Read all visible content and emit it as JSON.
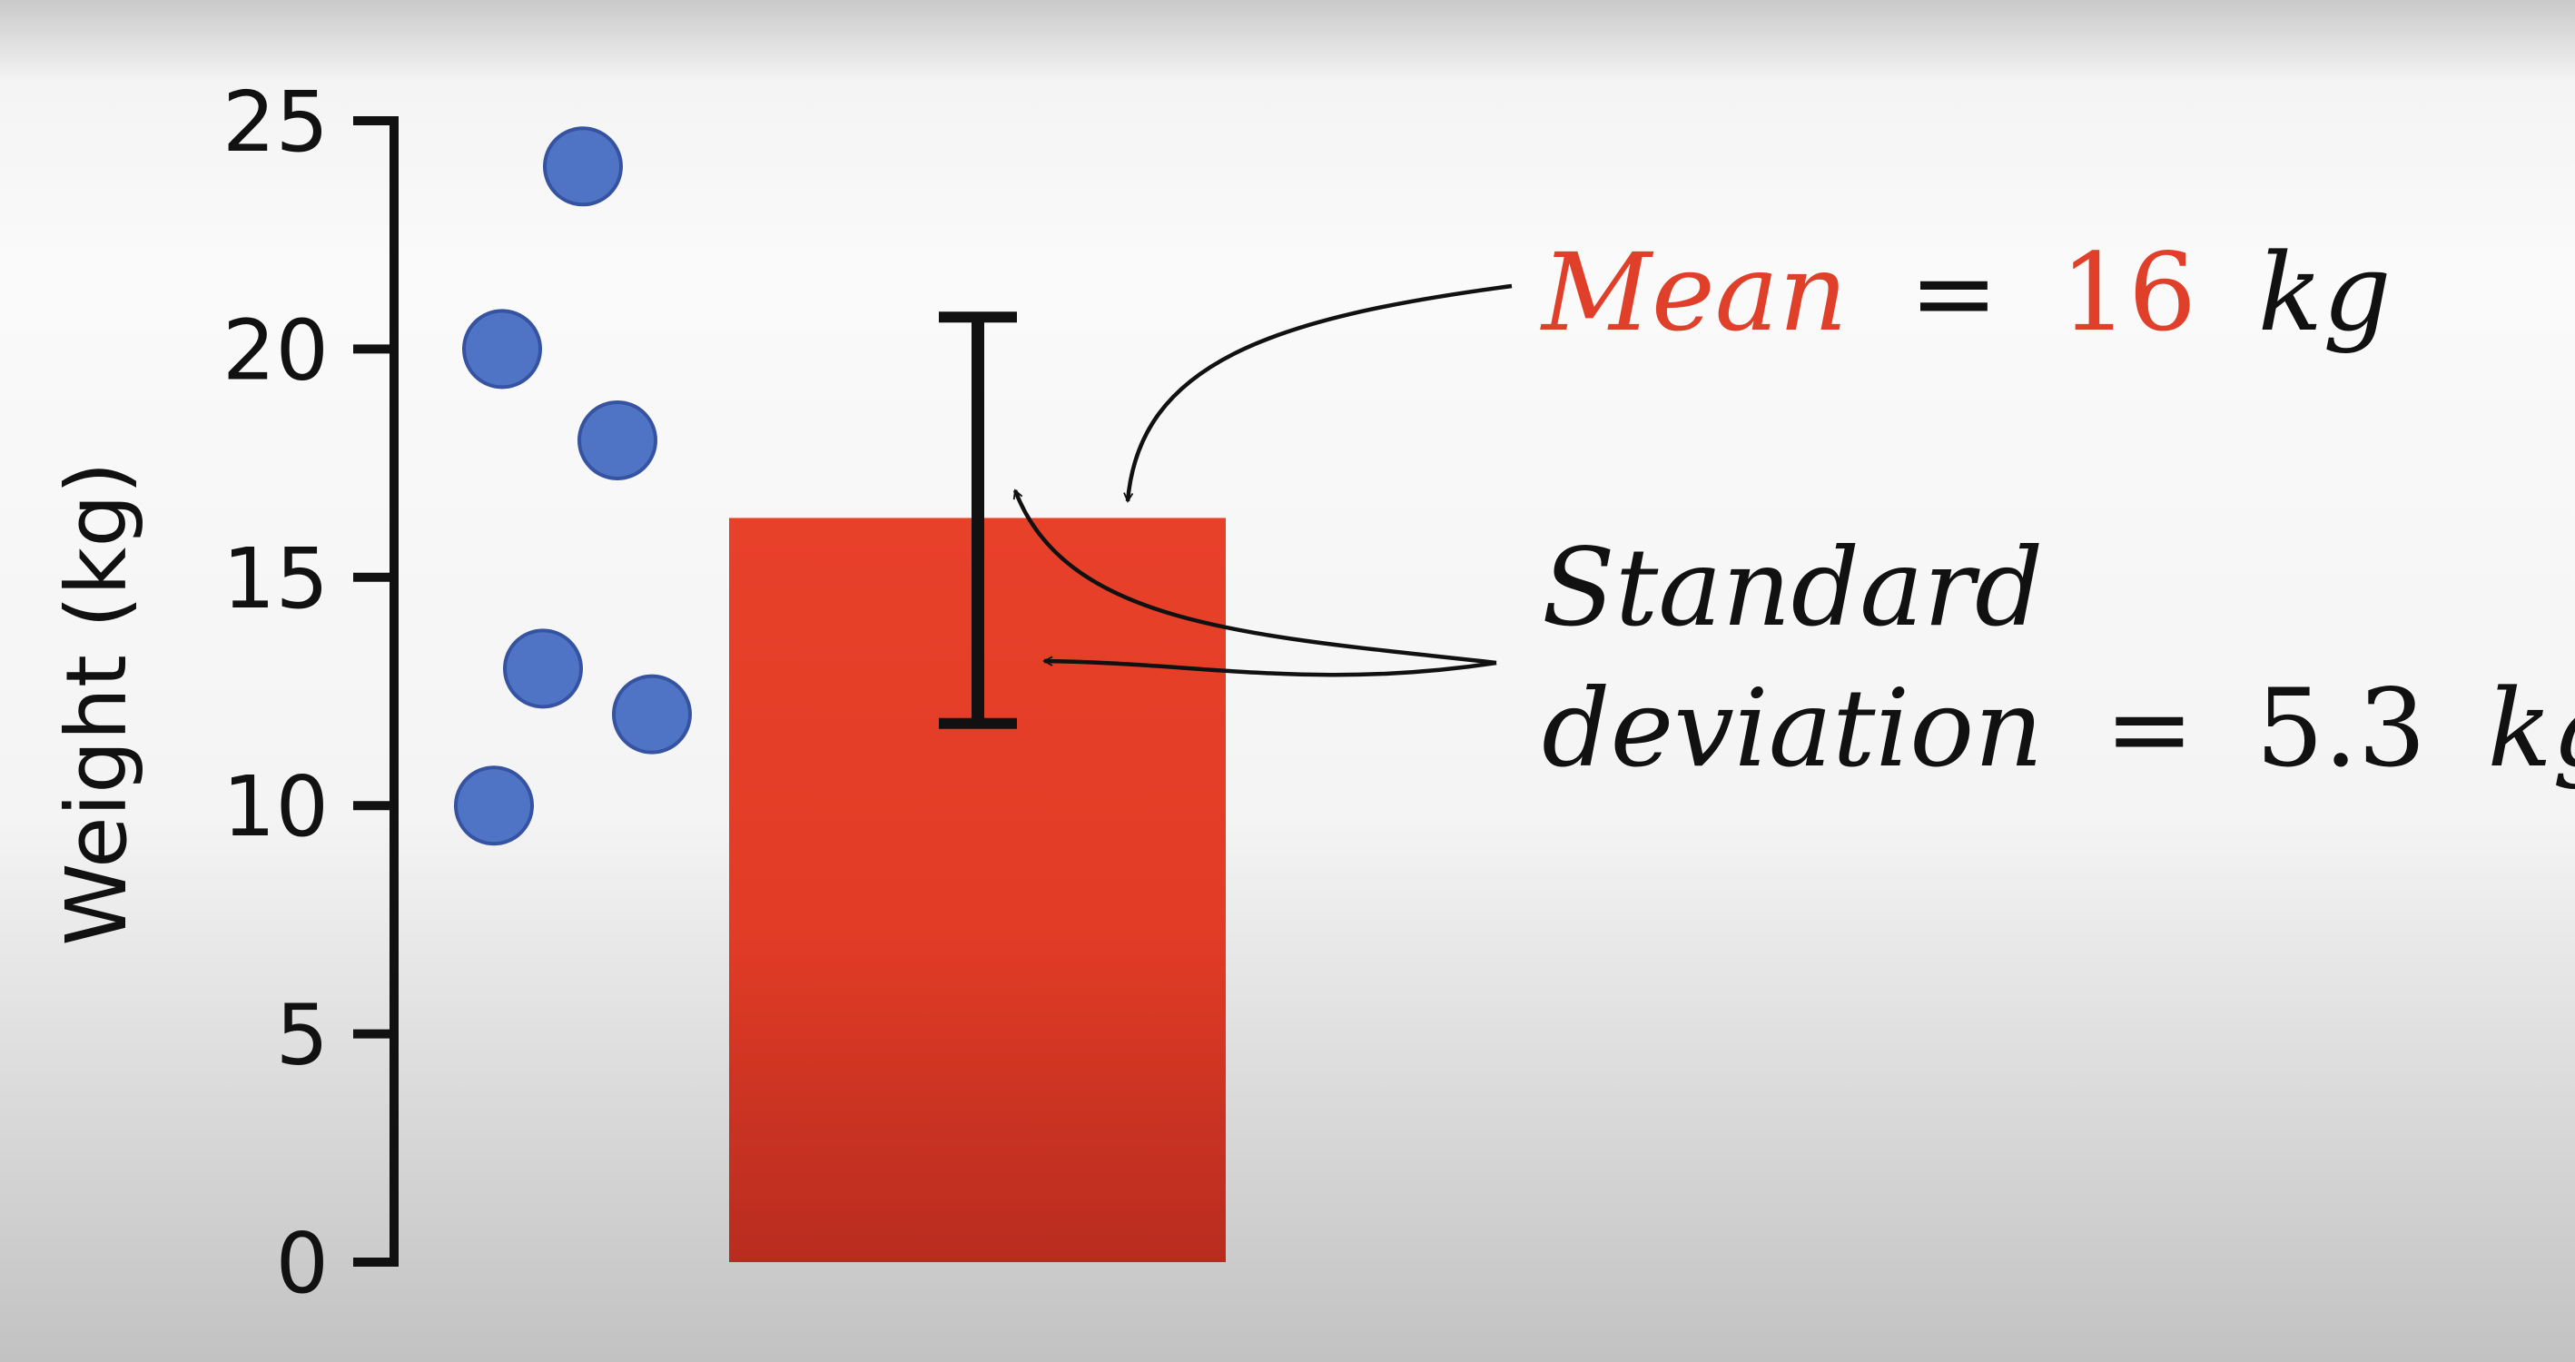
{
  "chart_data": {
    "type": "bar",
    "ylabel": "Weight (kg)",
    "ylim": [
      0,
      25
    ],
    "yticks": [
      0,
      5,
      10,
      15,
      20,
      25
    ],
    "grid": false,
    "bar": {
      "value": 16.3,
      "error_low": 11.8,
      "error_high": 20.7,
      "color": "#e0402a"
    },
    "points": {
      "color": "#4f74c6",
      "values": [
        24,
        20,
        18,
        13,
        12,
        10
      ]
    },
    "annotations": {
      "mean": {
        "word": "Mean",
        "equals": "=",
        "value": "16",
        "unit": "kg"
      },
      "sd": {
        "line1": "Standard",
        "word": "deviation",
        "equals": "=",
        "value": "5.3",
        "unit": "kg"
      }
    }
  }
}
